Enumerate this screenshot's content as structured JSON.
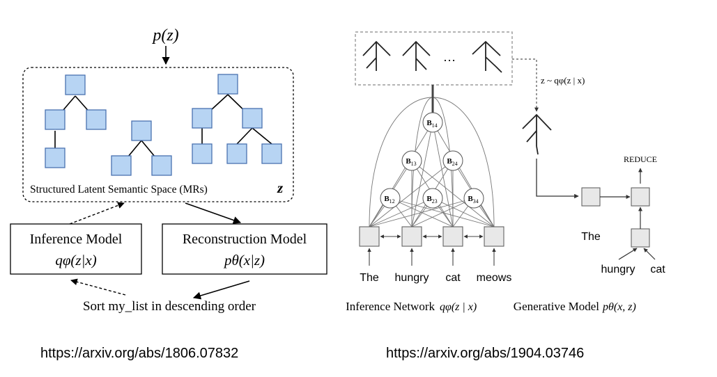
{
  "left_figure": {
    "prior_label": "p(z)",
    "latent_space_label": "Structured Latent Semantic Space (MRs)",
    "latent_symbol": "z",
    "inference_model": {
      "title": "Inference Model",
      "formula": "qφ(z|x)"
    },
    "reconstruction_model": {
      "title": "Reconstruction Model",
      "formula": "pθ(x|z)"
    },
    "utterance": "Sort my_list in descending order",
    "colors": {
      "node_fill": "#b7d4f3",
      "node_stroke": "#4a72b0"
    }
  },
  "right_figure": {
    "sample_label": "z ~ qφ(z | x)",
    "ellipsis": "…",
    "span_nodes": [
      {
        "id": "B14",
        "label": "B",
        "sub": "14"
      },
      {
        "id": "B13",
        "label": "B",
        "sub": "13"
      },
      {
        "id": "B24",
        "label": "B",
        "sub": "24"
      },
      {
        "id": "B12",
        "label": "B",
        "sub": "12"
      },
      {
        "id": "B23",
        "label": "B",
        "sub": "23"
      },
      {
        "id": "B34",
        "label": "B",
        "sub": "34"
      }
    ],
    "words": [
      "The",
      "hungry",
      "cat",
      "meows"
    ],
    "inference_caption": "Inference Network",
    "inference_formula": "qφ(z | x)",
    "generative_caption": "Generative Model",
    "generative_formula": "pθ(x, z)",
    "reduce_label": "REDUCE",
    "generative_words": [
      "The",
      "hungry",
      "cat"
    ],
    "colors": {
      "cell_fill": "#e8e8e8",
      "cell_stroke": "#555555"
    }
  },
  "footer": {
    "left_url": "https://arxiv.org/abs/1806.07832",
    "right_url": "https://arxiv.org/abs/1904.03746"
  }
}
